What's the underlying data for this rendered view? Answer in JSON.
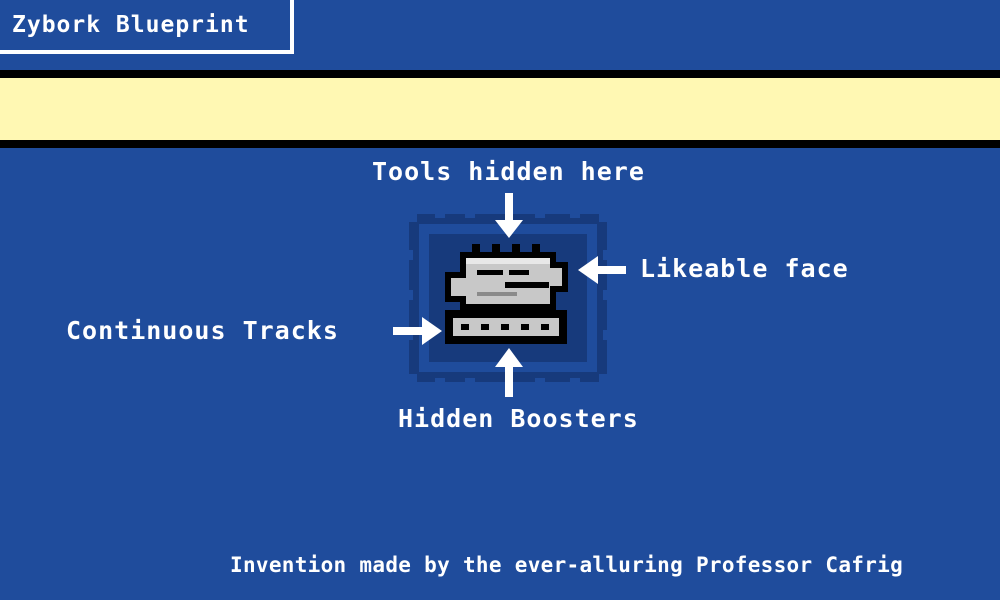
{
  "title": "Zybork Blueprint",
  "labels": {
    "top": "Tools hidden here",
    "right": "Likeable face",
    "left": "Continuous Tracks",
    "bottom": "Hidden Boosters"
  },
  "credit": "Invention made by the ever-alluring Professor Cafrig",
  "colors": {
    "background": "#1f4c9c",
    "band": "#fff8b3",
    "text": "#ffffff",
    "robot_frame": "#173a7c",
    "robot_body": "#c8c8c8"
  }
}
